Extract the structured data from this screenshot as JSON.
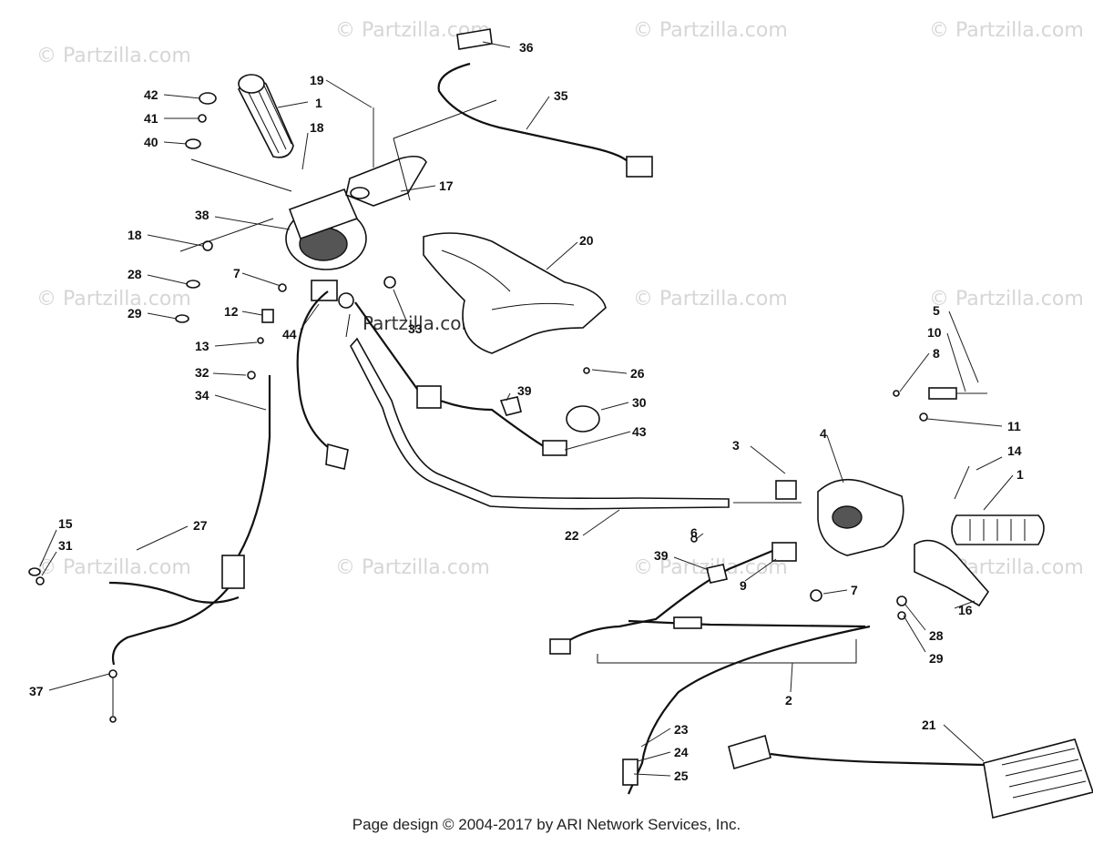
{
  "watermark": "© Partzilla.com",
  "watermark_center": "Partzilla.com",
  "footer": "Page design © 2004-2017 by ARI Network Services, Inc.",
  "callouts": [
    "36",
    "19",
    "1",
    "35",
    "42",
    "41",
    "18",
    "40",
    "17",
    "38",
    "20",
    "18",
    "28",
    "7",
    "29",
    "12",
    "44",
    "33",
    "13",
    "5",
    "10",
    "8",
    "32",
    "26",
    "34",
    "39",
    "30",
    "43",
    "11",
    "3",
    "4",
    "14",
    "1",
    "22",
    "15",
    "27",
    "31",
    "6",
    "39",
    "9",
    "7",
    "16",
    "28",
    "37",
    "29",
    "2",
    "21",
    "23",
    "24",
    "25"
  ]
}
